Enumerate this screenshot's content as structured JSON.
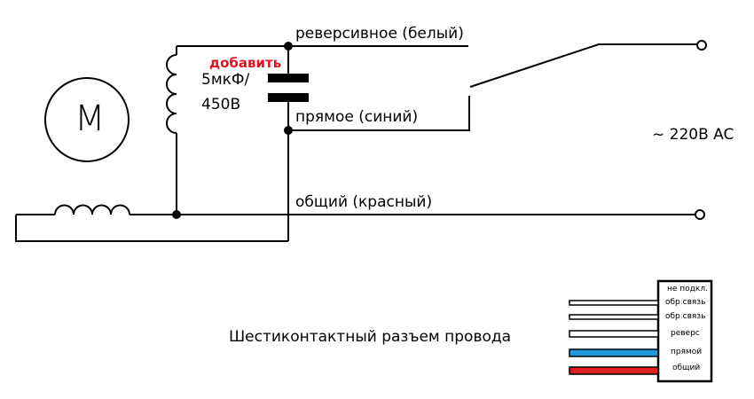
{
  "motor": {
    "symbol": "M"
  },
  "wires": {
    "reverse": "реверсивное (белый)",
    "direct": "прямое (синий)",
    "common": "общий (красный)"
  },
  "capacitor": {
    "note": "добавить",
    "value": "5мкФ/",
    "voltage": "450В",
    "note_color": "#e0141e"
  },
  "supply": "~ 220В AC",
  "connector": {
    "title": "Шестиконтактный разъем провода",
    "pins": [
      {
        "label": "не подкл.",
        "color": null
      },
      {
        "label": "обр.связь",
        "color": "#ffffff"
      },
      {
        "label": "обр.связь",
        "color": "#ffffff"
      },
      {
        "label": "реверс",
        "color": "#ffffff"
      },
      {
        "label": "прямой",
        "color": "#1e9be0"
      },
      {
        "label": "общий",
        "color": "#e01e24"
      }
    ]
  }
}
